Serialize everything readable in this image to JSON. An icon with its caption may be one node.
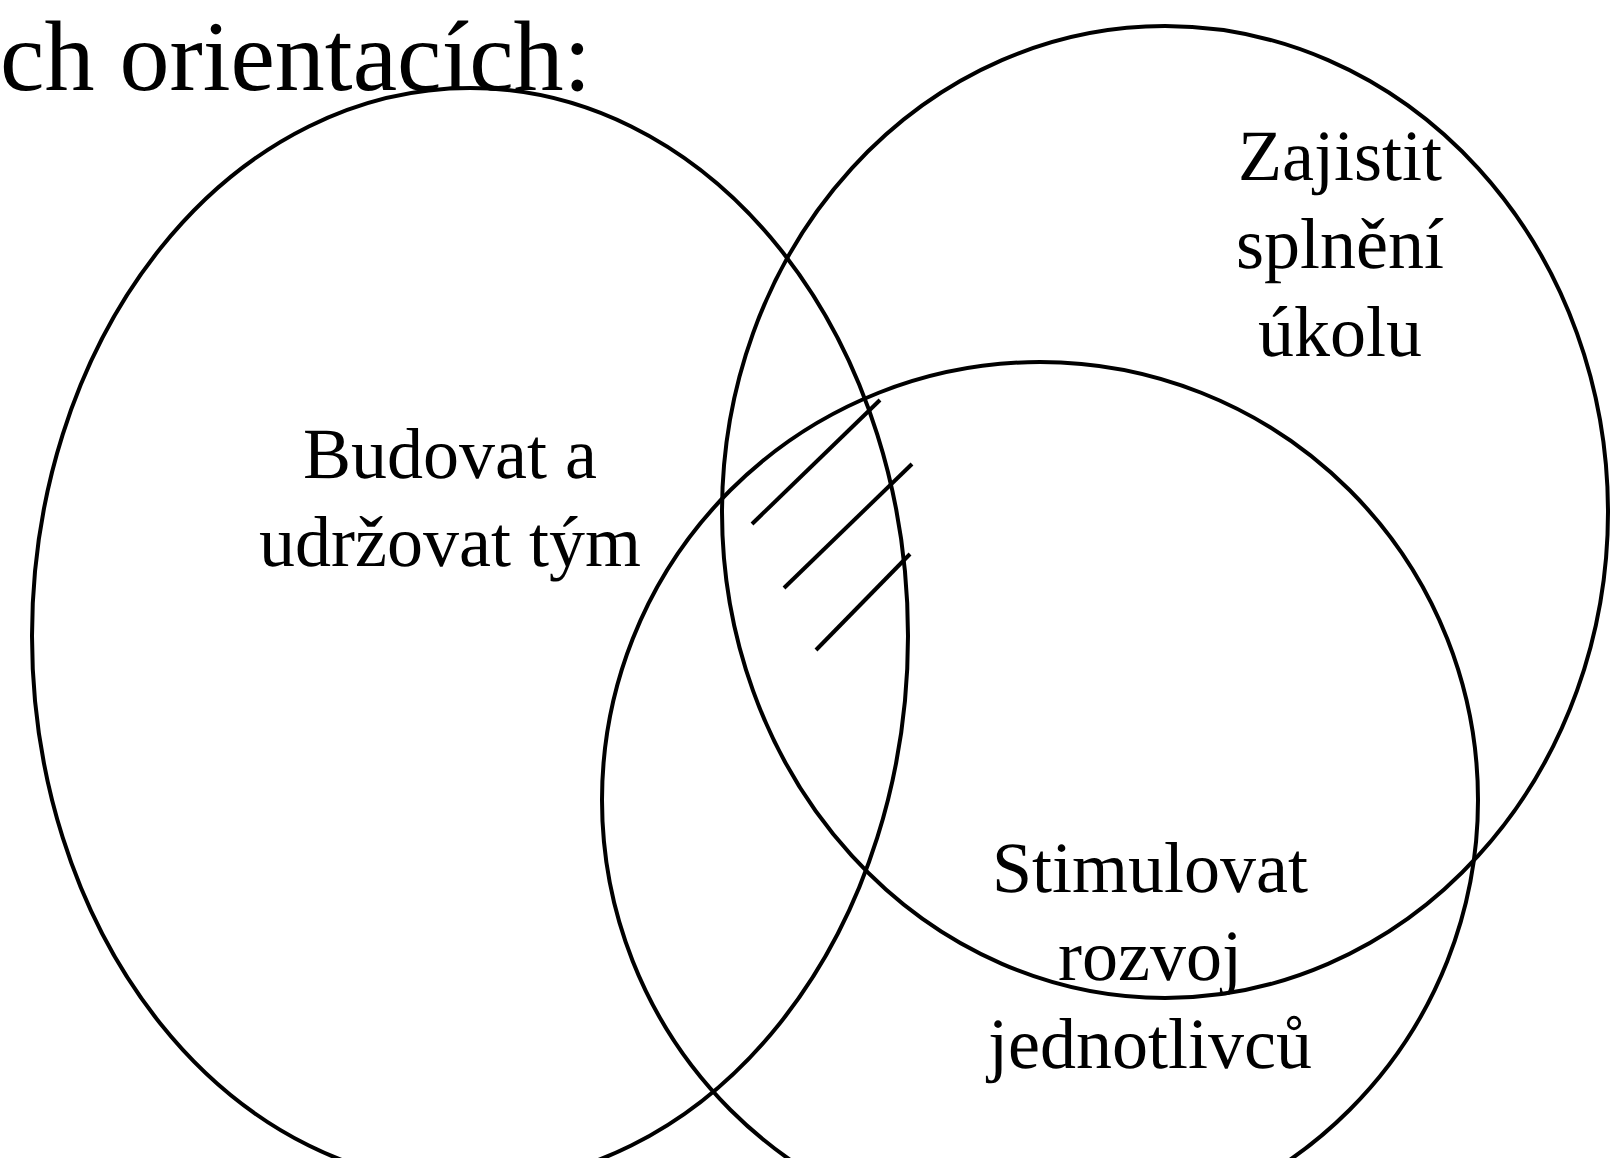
{
  "diagram": {
    "title": "ch orientacích:",
    "nodes": [
      {
        "text": [
          "Budovat a udržovat tým"
        ]
      },
      {
        "text": [
          "Zajistit splnění úkolu"
        ]
      },
      {
        "text": [
          "Stimulovat rozvoj jednotlivců"
        ]
      }
    ],
    "edges": []
  }
}
